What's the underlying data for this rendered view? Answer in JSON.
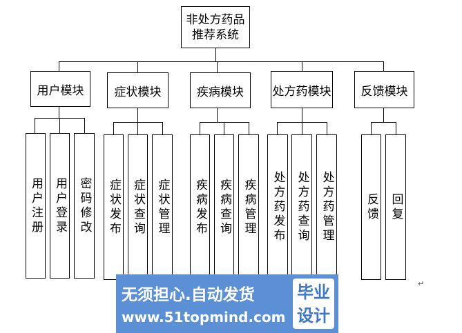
{
  "root": {
    "line1": "非处方药品",
    "line2": "推荐系统"
  },
  "modules": [
    {
      "title": "用户模块",
      "leaves": [
        "用户注册",
        "用户登录",
        "密码修改"
      ]
    },
    {
      "title": "症状模块",
      "leaves": [
        "症状发布",
        "症状查询",
        "症状管理"
      ]
    },
    {
      "title": "疾病模块",
      "leaves": [
        "疾病发布",
        "疾病查询",
        "疾病管理"
      ]
    },
    {
      "title": "处方药模块",
      "leaves": [
        "处方药发布",
        "处方药查询",
        "处方药管理"
      ]
    },
    {
      "title": "反馈模块",
      "leaves": [
        "反馈",
        "回复"
      ]
    }
  ],
  "watermark": {
    "slogan": "无须担心.自动发货",
    "url": "www.51topmind.com",
    "badge_line1": "毕业",
    "badge_line2": "设计"
  },
  "return_mark": "↵"
}
